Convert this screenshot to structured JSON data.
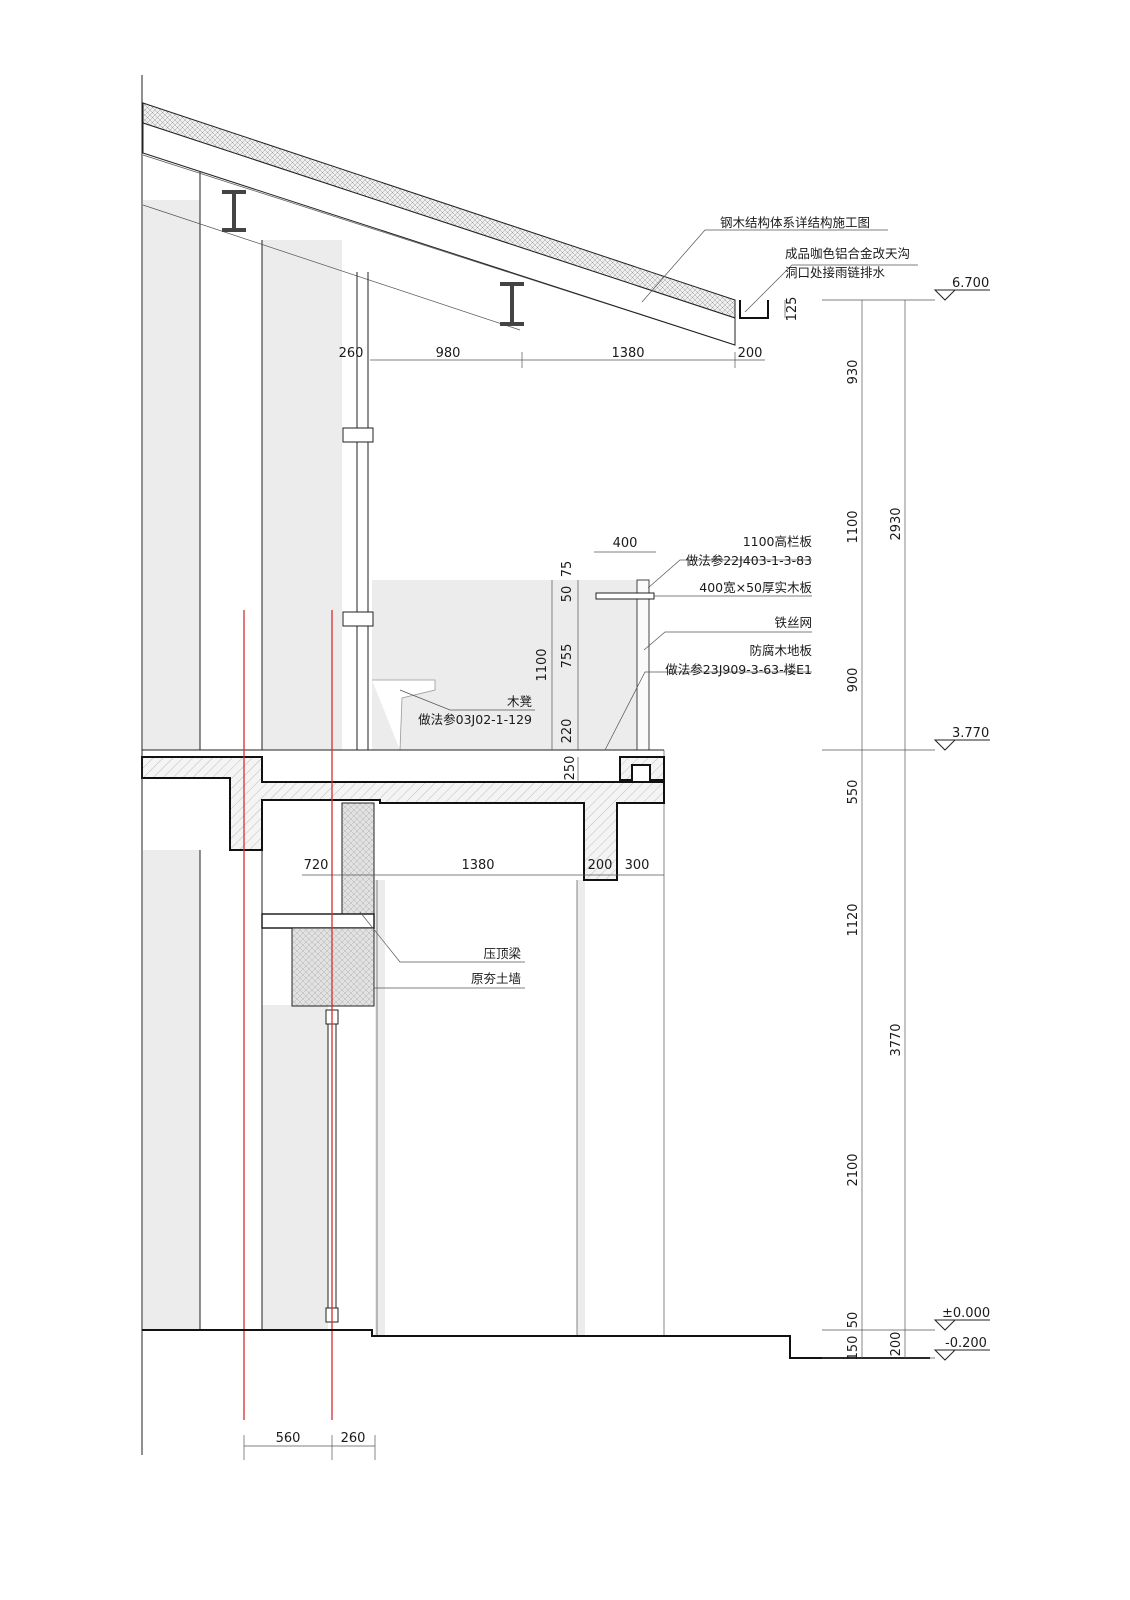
{
  "annotations": {
    "steel_wood": "钢木结构体系详结构施工图",
    "gutter_line1": "成品咖色铝合金改天沟",
    "gutter_line2": "洞口处接雨链排水",
    "rail_line1": "1100高栏板",
    "rail_line2": "做法参22J403-1-3-83",
    "wood_board": "400宽×50厚实木板",
    "wire_mesh": "铁丝网",
    "floor_line1": "防腐木地板",
    "floor_line2": "做法参23J909-3-63-楼E1",
    "bench_line1": "木凳",
    "bench_line2": "做法参03J02-1-129",
    "top_beam": "压顶梁",
    "earth_wall": "原夯土墙"
  },
  "elevations": {
    "roof": "6.700",
    "floor2": "3.770",
    "ground": "±0.000",
    "outside": "-0.200"
  },
  "dims": {
    "d_125": "125",
    "roof_260": "260",
    "roof_980": "980",
    "roof_1380": "1380",
    "roof_200": "200",
    "v_930": "930",
    "v_1100a": "1100",
    "v_900": "900",
    "v_2930": "2930",
    "v_550": "550",
    "v_1120": "1120",
    "v_2100": "2100",
    "v_3770": "3770",
    "v_50": "50",
    "v_150": "150",
    "v_200": "200",
    "rail_400": "400",
    "rail_75": "75",
    "rail_50": "50",
    "rail_755": "755",
    "rail_220": "220",
    "rail_1100": "1100",
    "slab_250": "250",
    "b_720": "720",
    "b_1380": "1380",
    "b_200": "200",
    "b_300": "300",
    "bot_560": "560",
    "bot_260": "260"
  }
}
